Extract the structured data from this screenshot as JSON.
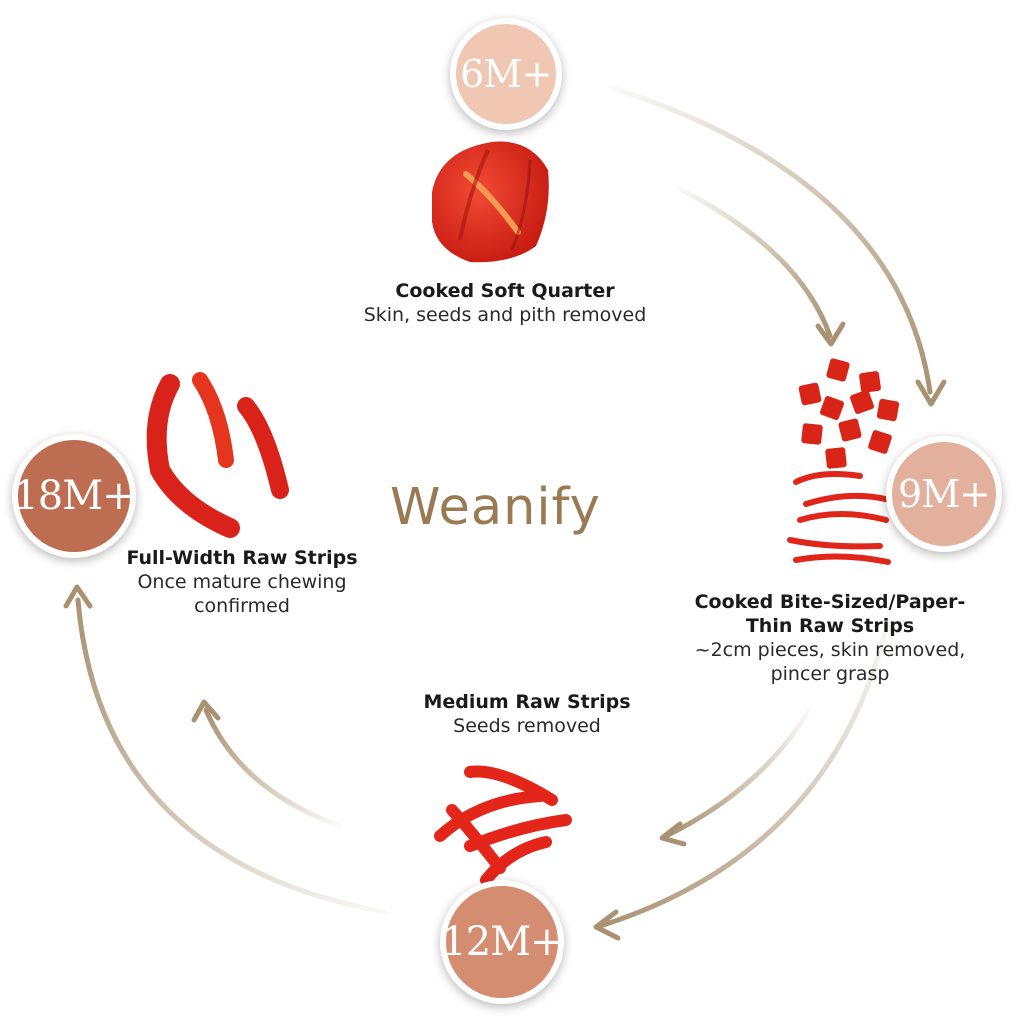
{
  "brand": {
    "name": "Weanify",
    "color": "#9a7a52"
  },
  "colors": {
    "arrow": "#a89272",
    "badge_6m": "#efc7b3",
    "badge_9m": "#e2b09d",
    "badge_12m": "#d58d72",
    "badge_18m": "#bd6e52",
    "pepper": "#e2261a"
  },
  "stages": [
    {
      "age": "6M+",
      "title": "Cooked Soft Quarter",
      "desc": [
        "Skin, seeds and pith removed"
      ]
    },
    {
      "age": "9M+",
      "title": [
        "Cooked Bite-Sized/Paper-",
        "Thin Raw Strips"
      ],
      "desc": [
        "~2cm pieces, skin removed,",
        "pincer grasp"
      ]
    },
    {
      "age": "12M+",
      "title": "Medium Raw Strips",
      "desc": [
        "Seeds removed"
      ]
    },
    {
      "age": "18M+",
      "title": "Full-Width Raw Strips",
      "desc": [
        "Once mature chewing",
        "confirmed"
      ]
    }
  ]
}
